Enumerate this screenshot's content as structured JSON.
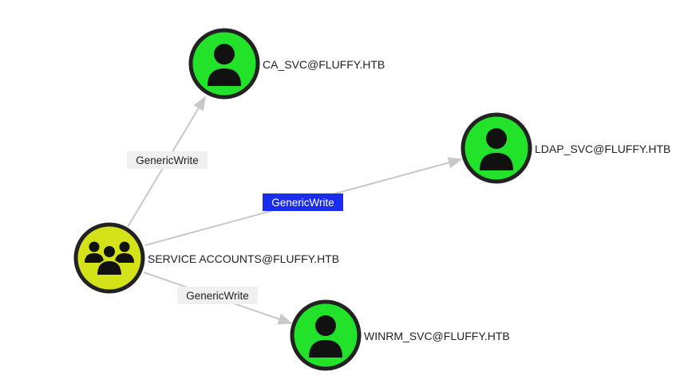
{
  "graph": {
    "nodes": [
      {
        "id": "service_accounts",
        "label": "SERVICE ACCOUNTS@FLUFFY.HTB",
        "kind": "group",
        "icon": "users-icon",
        "fill": "#d4e21a"
      },
      {
        "id": "ca_svc",
        "label": "CA_SVC@FLUFFY.HTB",
        "kind": "user",
        "icon": "user-icon",
        "fill": "#22e22a"
      },
      {
        "id": "ldap_svc",
        "label": "LDAP_SVC@FLUFFY.HTB",
        "kind": "user",
        "icon": "user-icon",
        "fill": "#22e22a"
      },
      {
        "id": "winrm_svc",
        "label": "WINRM_SVC@FLUFFY.HTB",
        "kind": "user",
        "icon": "user-icon",
        "fill": "#22e22a"
      }
    ],
    "edges": [
      {
        "from": "service_accounts",
        "to": "ca_svc",
        "label": "GenericWrite",
        "selected": false
      },
      {
        "from": "service_accounts",
        "to": "ldap_svc",
        "label": "GenericWrite",
        "selected": true
      },
      {
        "from": "service_accounts",
        "to": "winrm_svc",
        "label": "GenericWrite",
        "selected": false
      }
    ]
  },
  "colors": {
    "node_border": "#222222",
    "edge": "#c8c8c8",
    "edge_label_bg": "#f0f0f0",
    "edge_label_selected_bg": "#1a2cf0",
    "icon": "#111111"
  }
}
